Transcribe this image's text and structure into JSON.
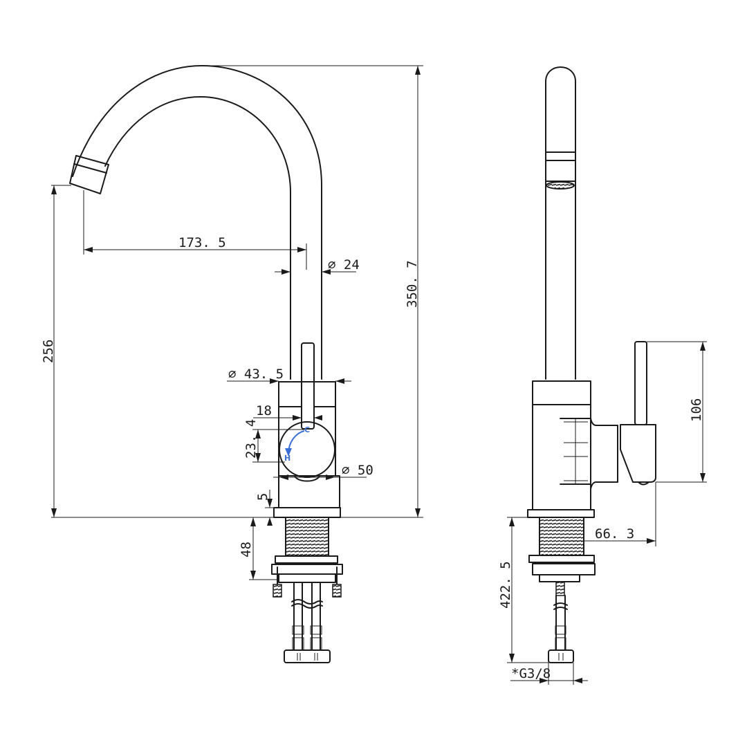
{
  "front_view": {
    "dims": {
      "spout_reach": "173. 5",
      "pipe_dia": "∅ 24",
      "body_dia": "∅ 43. 5",
      "lever_offset": "18",
      "knob_height": "23. 4",
      "knob_dia": "∅ 50",
      "base_thickness": "5",
      "thread_length": "48",
      "spout_height": "256",
      "overall_height": "350. 7"
    },
    "knob_marks": {
      "cold": "C",
      "hot": "H"
    }
  },
  "side_view": {
    "dims": {
      "lever_length": "106",
      "lever_reach": "66. 3",
      "hose_length": "422. 5",
      "connector": "*G3/8"
    }
  },
  "colors": {
    "line": "#1a1a1a",
    "indicator": "#3a6fd6"
  }
}
